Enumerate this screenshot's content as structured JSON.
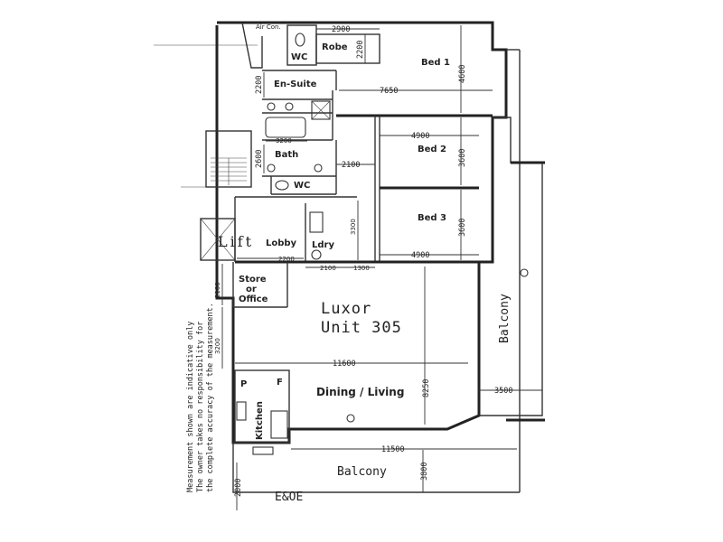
{
  "title": {
    "line1": "Luxor",
    "line2": "Unit 305"
  },
  "rooms": {
    "aircon": "Air Con.",
    "robe": "Robe",
    "wc1": "WC",
    "bed1": "Bed 1",
    "ensuite": "En-Suite",
    "bed2": "Bed 2",
    "bath": "Bath",
    "wc2": "WC",
    "bed3": "Bed 3",
    "lift": "Lift",
    "lobby": "Lobby",
    "ldry": "Ldry",
    "store_line1": "Store",
    "store_line2": "or",
    "store_line3": "Office",
    "dining_living": "Dining / Living",
    "kitchen": "Kitchen",
    "pantry": "P",
    "fridge": "F",
    "balcony_east": "Balcony",
    "balcony_south": "Balcony",
    "eoe": "E&OE"
  },
  "dimensions": {
    "d2900": "2900",
    "d2200_robe": "2200",
    "d4600": "4600",
    "d2200_ensuite": "2200",
    "d7650": "7650",
    "d3200_bath": "3200",
    "d2600": "2600",
    "d4900_bed2": "4900",
    "d3600_bed2": "3600",
    "d2100_hall": "2100",
    "d3300": "3300",
    "d3600_bed3": "3600",
    "d4900_bed3": "4900",
    "d2200_lobby": "2200",
    "d2100_ldry": "2100",
    "d1300": "1300",
    "d2100_store": "2100",
    "d3200_side": "3200",
    "d11600": "11600",
    "d8250": "8250",
    "d3500": "3500",
    "d11500": "11500",
    "d3800": "3800",
    "d2000": "2000"
  },
  "note": {
    "line1": "Measurement shown are indicative only",
    "line2": "The owner takes no responsibility for",
    "line3": "the complete accuracy of the measurement."
  }
}
